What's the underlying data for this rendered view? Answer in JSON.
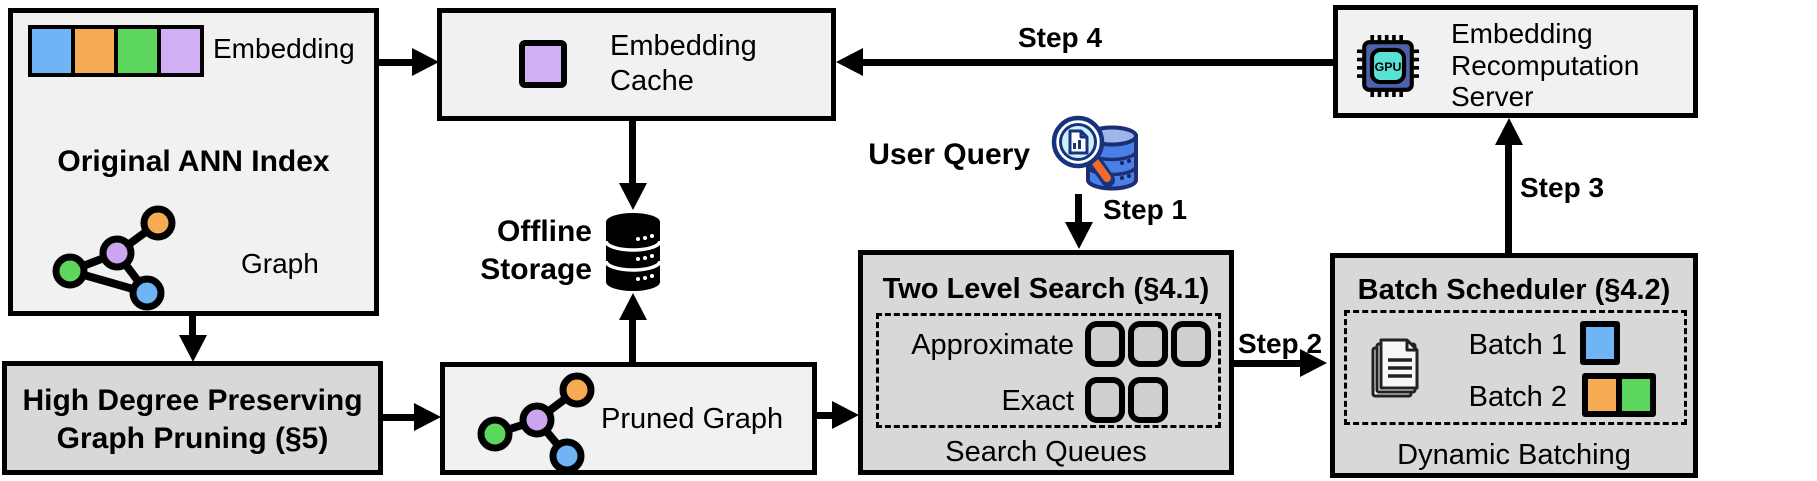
{
  "ann_index": {
    "embedding_label": "Embedding",
    "title": "Original ANN Index",
    "graph_label": "Graph"
  },
  "embedding_cache": {
    "label": "Embedding Cache"
  },
  "offline_storage": {
    "label": "Offline Storage"
  },
  "user_query": {
    "label": "User Query"
  },
  "steps": {
    "step1": "Step 1",
    "step2": "Step 2",
    "step3": "Step 3",
    "step4": "Step 4"
  },
  "two_level_search": {
    "title": "Two Level Search (§4.1)",
    "row_labels": [
      "Approximate",
      "Exact"
    ],
    "approximate_queue_count": 3,
    "exact_queue_count": 2,
    "footer": "Search Queues"
  },
  "batch_scheduler": {
    "title": "Batch Scheduler (§4.2)",
    "batch1_label": "Batch 1",
    "batch2_label": "Batch 2",
    "footer": "Dynamic Batching"
  },
  "recomputation_server": {
    "label": "Embedding Recomputation Server",
    "gpu_icon_label": "GPU"
  },
  "high_degree_pruning": {
    "title": "High Degree Preserving Graph Pruning (§5)"
  },
  "pruned_graph": {
    "label": "Pruned Graph"
  },
  "colors": {
    "embedding_blue": "#6fb5f5",
    "embedding_orange": "#f8ab55",
    "embedding_green": "#5cd65c",
    "embedding_purple": "#d2aff4",
    "box_light": "#f1f1f1",
    "box_dark": "#d8d8d8",
    "gpu_chip_body": "#4d61ad",
    "gpu_chip_core": "#5ae0d6",
    "query_db_blue": "#4b7fe8",
    "magnifier_handle_orange": "#f4692e"
  }
}
